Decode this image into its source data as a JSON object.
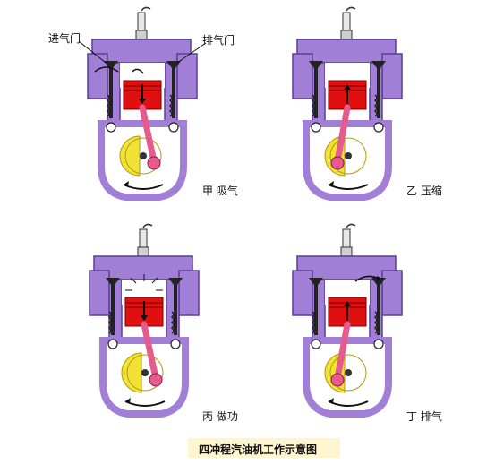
{
  "labels": {
    "intake_valve": "进气门",
    "exhaust_valve": "排气门"
  },
  "strokes": [
    {
      "label": "甲 吸气"
    },
    {
      "label": "乙 压缩"
    },
    {
      "label": "丙 做功"
    },
    {
      "label": "丁 排气"
    }
  ],
  "caption": "四冲程汽油机工作示意图",
  "colors": {
    "casing": "#a27fd6",
    "casing_dark": "#5b3f9a",
    "piston": "#e01010",
    "connecting_rod": "#e65a8c",
    "crank_disc": "#f3e236",
    "caption_bg": "#fff6d0"
  }
}
